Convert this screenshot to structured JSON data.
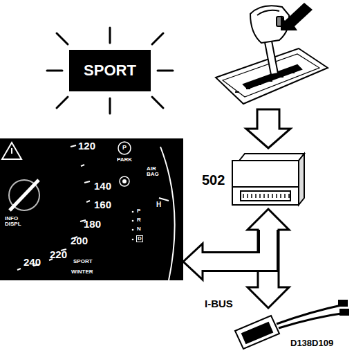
{
  "diagram": {
    "nodes": [
      {
        "text": [
          "SPORT"
        ]
      },
      {
        "text": [
          "502"
        ]
      },
      {
        "text": [
          "120",
          "140",
          "160",
          "180",
          "200",
          "220",
          "240",
          "P",
          "PARK",
          "AIR BAG",
          "INFO DISPL",
          "P",
          "R",
          "N",
          "D",
          "SPORT",
          "WINTER",
          "H"
        ]
      }
    ],
    "edges": [
      {
        "from": 1,
        "to": 2,
        "arrow": "to"
      }
    ],
    "labels": [
      "I-BUS",
      "D138D109"
    ]
  }
}
